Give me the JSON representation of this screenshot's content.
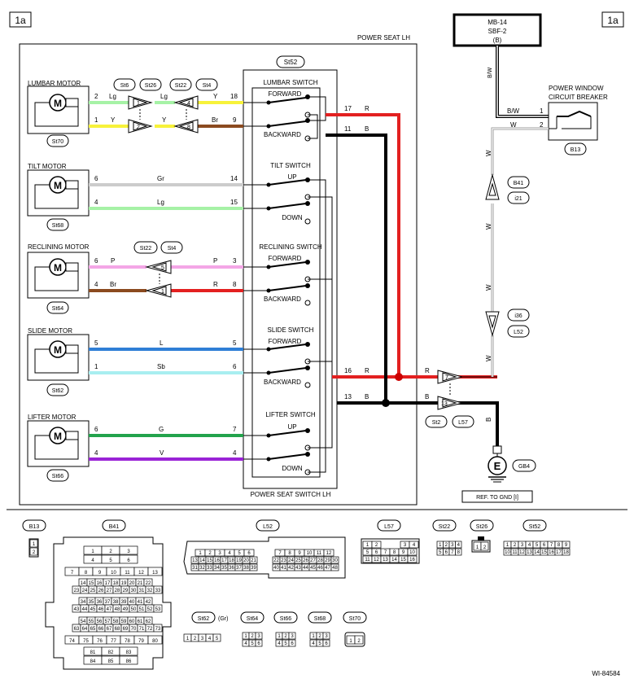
{
  "page": {
    "tag_left": "1a",
    "tag_right": "1a",
    "doc_id": "WI-84584"
  },
  "power_seat": {
    "title": "POWER SEAT LH",
    "switch_title": "POWER SEAT SWITCH LH",
    "switch_connector": "St52"
  },
  "power_source": {
    "name": "MB-14",
    "fuse": "SBF-2",
    "suffix": "(B)",
    "wire": "B/W"
  },
  "breaker": {
    "title1": "POWER WINDOW",
    "title2": "CIRCUIT BREAKER",
    "connector": "B13",
    "pin1": "1",
    "pin2": "2",
    "wire1": "B/W",
    "wire2": "W"
  },
  "motors": [
    {
      "name": "LUMBAR MOTOR",
      "conn": "St70"
    },
    {
      "name": "TILT MOTOR",
      "conn": "St68"
    },
    {
      "name": "RECLINING MOTOR",
      "conn": "St64"
    },
    {
      "name": "SLIDE MOTOR",
      "conn": "St62"
    },
    {
      "name": "LIFTER MOTOR",
      "conn": "St66"
    }
  ],
  "switches": [
    {
      "name": "LUMBAR SWITCH",
      "pos1": "FORWARD",
      "pos2": "BACKWARD"
    },
    {
      "name": "TILT SWITCH",
      "pos1": "UP",
      "pos2": "DOWN"
    },
    {
      "name": "RECLINING SWITCH",
      "pos1": "FORWARD",
      "pos2": "BACKWARD"
    },
    {
      "name": "SLIDE SWITCH",
      "pos1": "FORWARD",
      "pos2": "BACKWARD"
    },
    {
      "name": "LIFTER SWITCH",
      "pos1": "UP",
      "pos2": "DOWN"
    }
  ],
  "lumbar_connectors": [
    "St6",
    "St26",
    "St22",
    "St4"
  ],
  "reclining_connectors": [
    "St22",
    "St4"
  ],
  "wires": [
    {
      "pin_l": "2",
      "color": "Lg",
      "color2": "Lg",
      "color3": "Y",
      "pin_r": "18",
      "c1": "1",
      "c2": "4"
    },
    {
      "pin_l": "1",
      "color": "Y",
      "color2": "Y",
      "color3": "Br",
      "pin_r": "9",
      "c1": "2",
      "c2": "8"
    },
    {
      "pin_l": "6",
      "color": "Gr",
      "pin_r": "14"
    },
    {
      "pin_l": "4",
      "color": "Lg",
      "pin_r": "15"
    },
    {
      "pin_l": "6",
      "color": "P",
      "color2": "P",
      "pin_r": "3",
      "c1": "5"
    },
    {
      "pin_l": "4",
      "color": "Br",
      "color2": "R",
      "pin_r": "8",
      "c1": "1"
    },
    {
      "pin_l": "5",
      "color": "L",
      "pin_r": "5"
    },
    {
      "pin_l": "1",
      "color": "Sb",
      "pin_r": "6"
    },
    {
      "pin_l": "6",
      "color": "G",
      "pin_r": "7"
    },
    {
      "pin_l": "4",
      "color": "V",
      "pin_r": "4"
    }
  ],
  "outputs": {
    "r17": "17",
    "r17c": "R",
    "b11": "11",
    "b11c": "B",
    "r16": "16",
    "r16c": "R",
    "b13": "13",
    "b13c": "B",
    "out_r": "R",
    "out_b": "B",
    "pin7": "7",
    "pin13": "13",
    "conn1": "St2",
    "conn2": "L57"
  },
  "side": {
    "w": "W",
    "b41": "B41",
    "i21": "i21",
    "i36": "i36",
    "l52": "L52",
    "b": "B",
    "ground": "GB4",
    "ground_sym": "E",
    "ref": "REF. TO GND [I]",
    "m": "M"
  },
  "connectors": {
    "b13": {
      "name": "B13",
      "pins": [
        "1",
        "2"
      ]
    },
    "b41": {
      "name": "B41",
      "rows": [
        [
          "1",
          "2",
          "3"
        ],
        [
          "4",
          "5",
          "6"
        ],
        [
          "7",
          "8",
          "9",
          "10",
          "11",
          "12",
          "13"
        ],
        [
          "14",
          "15",
          "16",
          "17",
          "18",
          "19",
          "20",
          "21",
          "22"
        ],
        [
          "23",
          "24",
          "25",
          "26",
          "27",
          "28",
          "29",
          "30",
          "31",
          "32",
          "33"
        ],
        [
          "34",
          "35",
          "36",
          "37",
          "38",
          "39",
          "40",
          "41",
          "42"
        ],
        [
          "43",
          "44",
          "45",
          "46",
          "47",
          "48",
          "49",
          "50",
          "51",
          "52",
          "53"
        ],
        [
          "54",
          "55",
          "56",
          "57",
          "58",
          "59",
          "60",
          "61",
          "62"
        ],
        [
          "63",
          "64",
          "65",
          "66",
          "67",
          "68",
          "69",
          "70",
          "71",
          "72",
          "73"
        ],
        [
          "74",
          "75",
          "76",
          "77",
          "78",
          "79",
          "80"
        ],
        [
          "81",
          "82",
          "83"
        ],
        [
          "84",
          "85",
          "86"
        ]
      ]
    },
    "l52": {
      "name": "L52",
      "rows": [
        [
          "1",
          "2",
          "3",
          "4",
          "5",
          "6"
        ],
        [
          "13",
          "14",
          "15",
          "16",
          "17",
          "18",
          "19",
          "20",
          "21"
        ],
        [
          "31",
          "32",
          "33",
          "34",
          "35",
          "36",
          "37",
          "38",
          "39"
        ],
        [
          "7",
          "8",
          "9",
          "10",
          "11",
          "12"
        ],
        [
          "22",
          "23",
          "24",
          "25",
          "26",
          "27",
          "28",
          "29",
          "30"
        ],
        [
          "40",
          "41",
          "42",
          "43",
          "44",
          "45",
          "46",
          "47",
          "48"
        ]
      ]
    },
    "l57": {
      "name": "L57",
      "rows": [
        [
          "1",
          "2",
          "3",
          "4"
        ],
        [
          "5",
          "6",
          "7",
          "8",
          "9",
          "10"
        ],
        [
          "11",
          "12",
          "13",
          "14",
          "15",
          "16"
        ]
      ]
    },
    "st22": {
      "name": "St22",
      "rows": [
        [
          "1",
          "2",
          "3",
          "4"
        ],
        [
          "5",
          "6",
          "7",
          "8"
        ]
      ]
    },
    "st26": {
      "name": "St26",
      "pins": [
        "1",
        "2"
      ]
    },
    "st52": {
      "name": "St52",
      "rows": [
        [
          "1",
          "2",
          "3",
          "4",
          "5",
          "6",
          "7",
          "8",
          "9"
        ],
        [
          "10",
          "11",
          "12",
          "13",
          "14",
          "15",
          "16",
          "17",
          "18"
        ]
      ]
    },
    "st62": {
      "name": "St62",
      "suffix": "(Gr)",
      "pins": [
        "1",
        "2",
        "3",
        "4",
        "5"
      ]
    },
    "st64": {
      "name": "St64",
      "rows": [
        [
          "1",
          "2",
          "3"
        ],
        [
          "4",
          "5",
          "6"
        ]
      ]
    },
    "st66": {
      "name": "St66",
      "rows": [
        [
          "1",
          "2",
          "3"
        ],
        [
          "4",
          "5",
          "6"
        ]
      ]
    },
    "st68": {
      "name": "St68",
      "rows": [
        [
          "1",
          "2",
          "3"
        ],
        [
          "4",
          "5",
          "6"
        ]
      ]
    },
    "st70": {
      "name": "St70",
      "pins": [
        "1",
        "2"
      ]
    }
  }
}
